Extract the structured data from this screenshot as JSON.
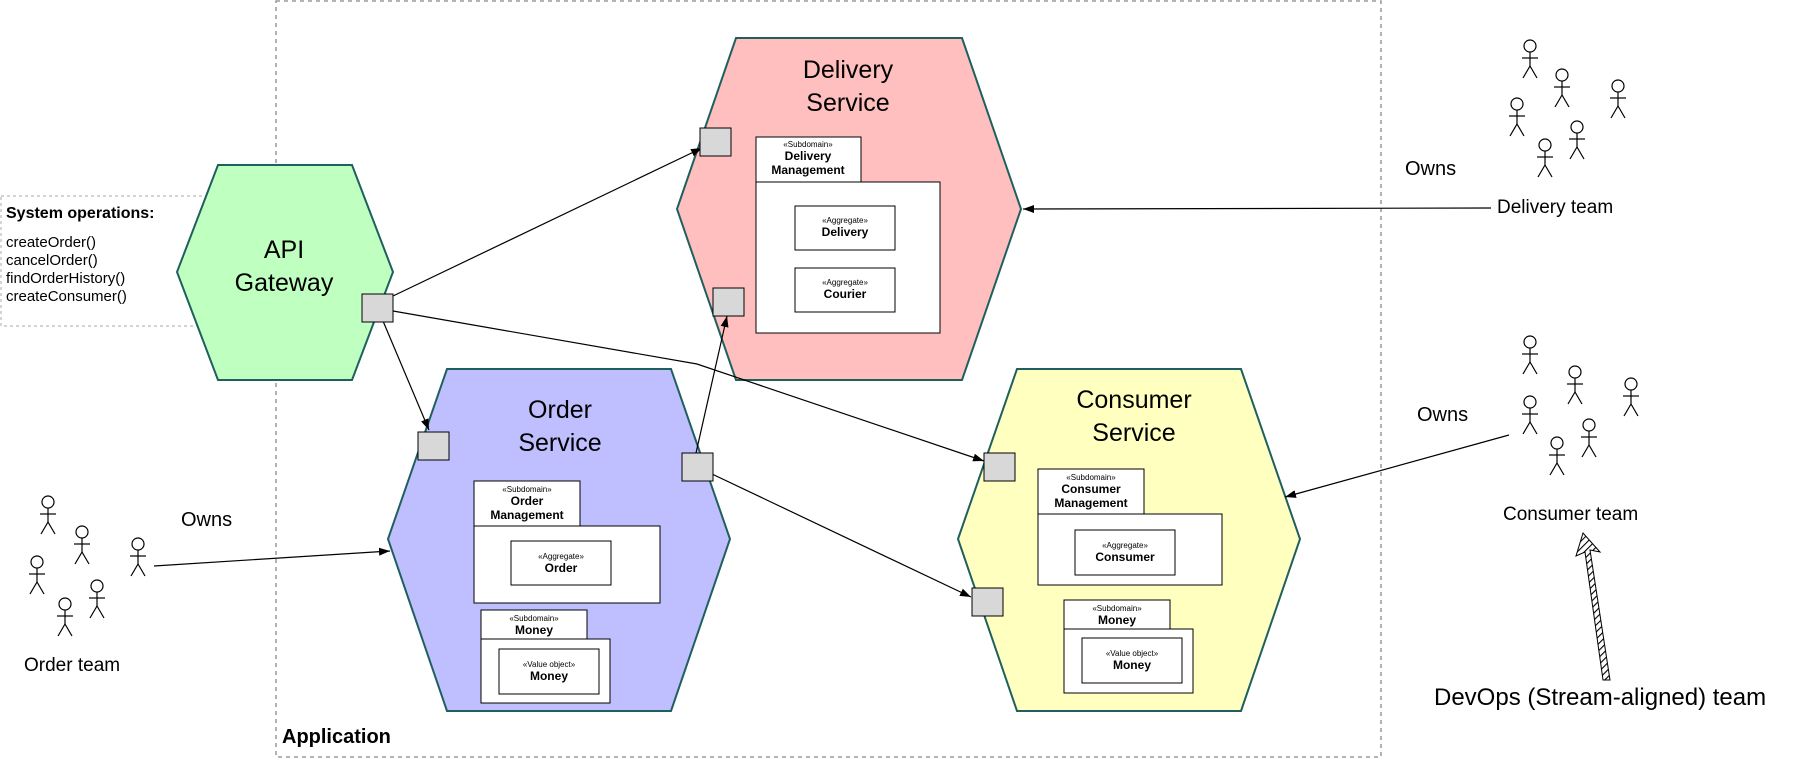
{
  "application": {
    "label": "Application"
  },
  "system_operations": {
    "title": "System operations:",
    "ops": [
      "createOrder()",
      "cancelOrder()",
      "findOrderHistory()",
      "createConsumer()"
    ]
  },
  "services": {
    "api_gateway": {
      "title_lines": [
        "API",
        "Gateway"
      ],
      "color": "#bfffbf"
    },
    "delivery": {
      "title_lines": [
        "Delivery",
        "Service"
      ],
      "color": "#ffbfbf",
      "subdomain": {
        "stereotype": "«Subdomain»",
        "name_lines": [
          "Delivery",
          "Management"
        ]
      },
      "aggregates": [
        {
          "stereotype": "«Aggregate»",
          "name": "Delivery"
        },
        {
          "stereotype": "«Aggregate»",
          "name": "Courier"
        }
      ]
    },
    "order": {
      "title_lines": [
        "Order",
        "Service"
      ],
      "color": "#bfbfff",
      "subdomain": {
        "stereotype": "«Subdomain»",
        "name_lines": [
          "Order",
          "Management"
        ]
      },
      "aggregate": {
        "stereotype": "«Aggregate»",
        "name": "Order"
      },
      "money": {
        "stereotype": "«Subdomain»",
        "name": "Money",
        "value_object": {
          "stereotype": "«Value object»",
          "name": "Money"
        }
      }
    },
    "consumer": {
      "title_lines": [
        "Consumer",
        "Service"
      ],
      "color": "#ffffbf",
      "subdomain": {
        "stereotype": "«Subdomain»",
        "name_lines": [
          "Consumer",
          "Management"
        ]
      },
      "aggregate": {
        "stereotype": "«Aggregate»",
        "name": "Consumer"
      },
      "money": {
        "stereotype": "«Subdomain»",
        "name": "Money",
        "value_object": {
          "stereotype": "«Value object»",
          "name": "Money"
        }
      }
    }
  },
  "teams": {
    "delivery": {
      "name": "Delivery team",
      "owns": "Owns"
    },
    "consumer": {
      "name": "Consumer team",
      "owns": "Owns"
    },
    "order": {
      "name": "Order team",
      "owns": "Owns"
    },
    "devops": {
      "name": "DevOps (Stream-aligned) team"
    }
  },
  "colors": {
    "border": "#1f5f5f",
    "port": "#d8d8d8",
    "boundary": "#888888"
  }
}
